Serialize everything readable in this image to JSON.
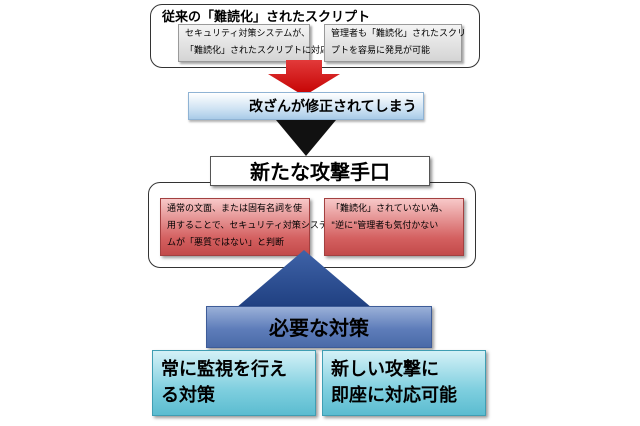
{
  "top_panel": {
    "title": "従来の「難読化」されたスクリプト",
    "left_box": [
      "セキュリティ対策システムが、",
      "「難読化」されたスクリプトに対応"
    ],
    "right_box": [
      "管理者も「難読化」されたスクリ",
      "プトを容易に発見が可能"
    ]
  },
  "step_tampered": "改ざんが修正されてしまう",
  "new_attack": "新たな攻撃手口",
  "mid_panel": {
    "left_box": [
      "通常の文面、または固有名詞を使",
      "用することで、セキュリティ対策システ",
      "ムが「悪質ではない」と判断"
    ],
    "right_box": [
      "「難読化」されていない為、",
      "\"逆に\"管理者も気付かない"
    ]
  },
  "countermeasure_title": "必要な対策",
  "countermeasures": [
    [
      "常に監視を行え",
      "る対策"
    ],
    [
      "新しい攻撃に",
      "即座に対応可能"
    ]
  ]
}
